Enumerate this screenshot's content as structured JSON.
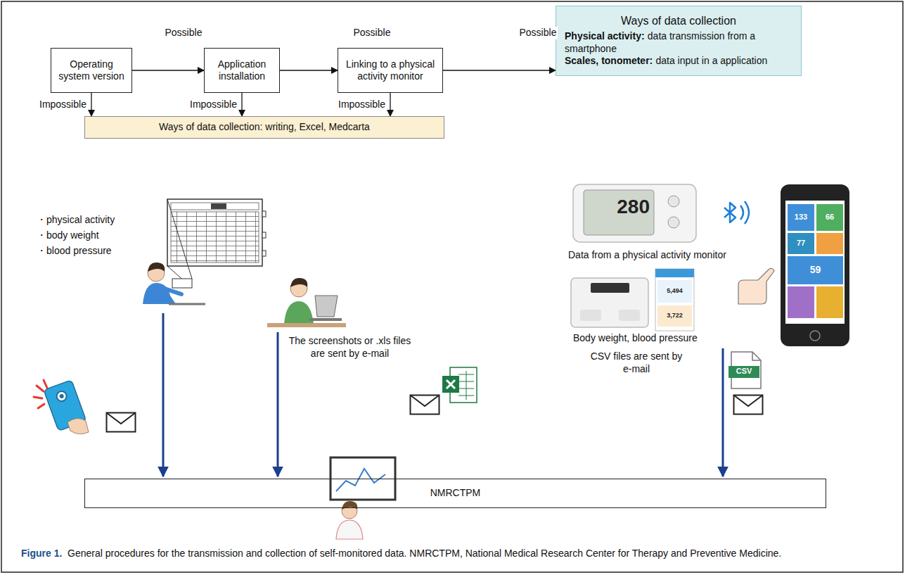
{
  "diagram": {
    "caption": "General procedures for the transmission and collection of self-monitored data. NMRCTPM, National Medical Research Center for Therapy and Preventive Medicine.",
    "nodes": [
      {
        "text": [
          "Operating system version"
        ]
      },
      {
        "text": [
          "Application installation"
        ]
      },
      {
        "text": [
          "Linking to a physical activity monitor"
        ]
      },
      {
        "text": [
          "Ways of data collection",
          "Physical activity:",
          "data transmission from a smartphone",
          "Scales, tonometer:",
          "data input in a application"
        ]
      },
      {
        "text": [
          "Ways of data collection: writing, Excel, Medcarta"
        ]
      },
      {
        "text": [
          "NMRCTPM"
        ]
      }
    ],
    "edges": [
      {
        "from": 0,
        "to": 1,
        "arrow": "to",
        "label": "Possible"
      },
      {
        "from": 1,
        "to": 2,
        "arrow": "to",
        "label": "Possible"
      },
      {
        "from": 2,
        "to": 3,
        "arrow": "to",
        "label": "Possible"
      },
      {
        "from": 0,
        "to": 4,
        "arrow": "to",
        "label": "Impossible"
      },
      {
        "from": 1,
        "to": 4,
        "arrow": "to",
        "label": "Impossible"
      },
      {
        "from": 2,
        "to": 4,
        "arrow": "to",
        "label": "Impossible"
      }
    ],
    "labels": [
      "Figure 1.",
      "・physical activity",
      "・body weight",
      "・blood pressure",
      "The screenshots or .xls files are sent by e-mail",
      "CSV files are sent by e-mail",
      "Data from a physical activity monitor",
      "Body weight, blood pressure",
      "CSV",
      "280",
      "5,494",
      "3,722",
      "133",
      "66",
      "77",
      "59"
    ]
  }
}
